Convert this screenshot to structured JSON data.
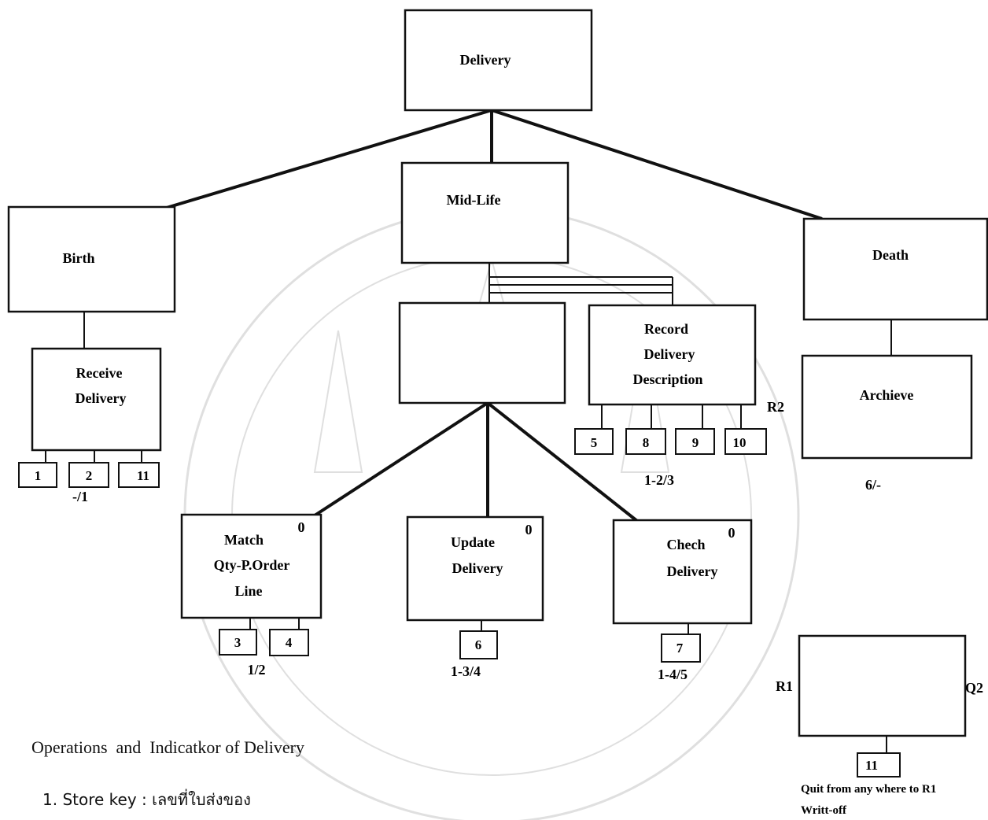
{
  "nodes": {
    "delivery": "Delivery",
    "birth": "Birth",
    "midlife": "Mid-Life",
    "death": "Death",
    "receive": [
      "Receive",
      "Delivery"
    ],
    "record": [
      "Record",
      "Delivery",
      "Description"
    ],
    "archieve": "Archieve",
    "match": [
      "Match",
      "Qty-P.Order",
      "Line"
    ],
    "update": [
      "Update",
      "Delivery"
    ],
    "check": [
      "Chech",
      "Delivery"
    ]
  },
  "corner_marks": {
    "match": "0",
    "update": "0",
    "check": "0"
  },
  "side_marks": {
    "r2": "R2",
    "r1": "R1",
    "q2": "Q2"
  },
  "ops": {
    "receive": [
      "1",
      "2",
      "11"
    ],
    "record": [
      "5",
      "8",
      "9",
      "10"
    ],
    "match": [
      "3",
      "4"
    ],
    "update": [
      "6"
    ],
    "check": [
      "7"
    ],
    "quit": [
      "11"
    ]
  },
  "indicators": {
    "receive": "-/1",
    "record": "1-2/3",
    "death": "6/-",
    "match": "1/2",
    "update": "1-3/4",
    "check": "1-4/5"
  },
  "quit_notes": [
    "Quit from any where to R1",
    "Writt-off"
  ],
  "footer": {
    "heading": "Operations  and  Indicatkor of Delivery",
    "item1": "1. Store key : เลขที่ใบส่งของ"
  }
}
